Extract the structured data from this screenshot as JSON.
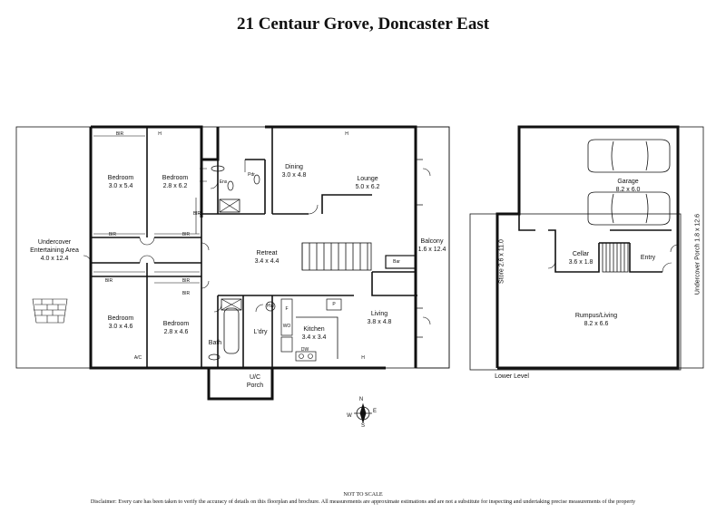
{
  "title": "21 Centaur Grove, Doncaster East",
  "upper": {
    "rooms": [
      {
        "name": "Bedroom",
        "dim": "3.0 x 5.4"
      },
      {
        "name": "Bedroom",
        "dim": "2.8 x 6.2"
      },
      {
        "name": "Dining",
        "dim": "3.0 x 4.8"
      },
      {
        "name": "Lounge",
        "dim": "5.0 x 6.2"
      },
      {
        "name": "Undercover Entertaining Area",
        "dim": "4.0 x 12.4"
      },
      {
        "name": "Retreat",
        "dim": "3.4 x 4.4"
      },
      {
        "name": "Balcony",
        "dim": "1.6 x 12.4"
      },
      {
        "name": "Bedroom",
        "dim": "3.0 x 4.6"
      },
      {
        "name": "Bedroom",
        "dim": "2.8 x 4.6"
      },
      {
        "name": "Living",
        "dim": "3.8 x 4.8"
      },
      {
        "name": "Kitchen",
        "dim": "3.4 x 3.4"
      }
    ],
    "tags": {
      "bir": "BIR",
      "ens": "Ens",
      "pdr": "Pdr",
      "bath": "Bath",
      "ldry": "L'dry",
      "hw": "HW",
      "f": "F",
      "wo": "WO",
      "p": "P",
      "dw": "DW",
      "bar": "Bar",
      "ac": "A/C",
      "h": "H",
      "porch": "U/C Porch"
    }
  },
  "lower": {
    "rooms": [
      {
        "name": "Garage",
        "dim": "8.2 x 6.0"
      },
      {
        "name": "Cellar",
        "dim": "3.6 x 1.8"
      },
      {
        "name": "Entry",
        "dim": ""
      },
      {
        "name": "Rumpus/Living",
        "dim": "8.2 x 6.6"
      }
    ],
    "store": "Store 2.6 x 11.0",
    "porch": "Undercover Porch 1.8 x 12.6",
    "level_label": "Lower Level"
  },
  "compass": {
    "n": "N",
    "s": "S",
    "e": "E",
    "w": "W"
  },
  "footer": {
    "scale": "NOT TO SCALE",
    "disclaimer": "Disclaimer: Every care has been taken to verify the accuracy of details on this floorplan and brochure. All measurements are approximate estimations and are not a substitute for inspecting and undertaking precise measurements of the property"
  }
}
